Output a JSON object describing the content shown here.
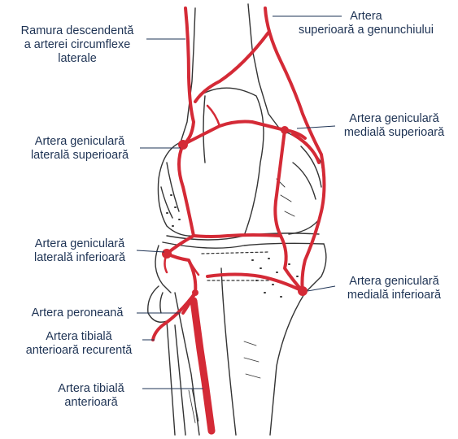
{
  "colors": {
    "artery": "#d42a36",
    "label_text": "#1e3354",
    "leader_line": "#1e3354",
    "bone_outline": "#333333"
  },
  "labels": {
    "ramura_descendenta": [
      "Ramura descendentă",
      "a arterei circumflexe",
      "laterale"
    ],
    "artera_superioara_genunchi": [
      "Artera",
      "superioară a genunchiului"
    ],
    "geniculara_laterala_superioara": [
      "Artera geniculară",
      "laterală superioară"
    ],
    "geniculara_mediala_superioara": [
      "Artera geniculară",
      "medială superioară"
    ],
    "geniculara_laterala_inferioara": [
      "Artera geniculară",
      "laterală inferioară"
    ],
    "geniculara_mediala_inferioara": [
      "Artera geniculară",
      "medială inferioară"
    ],
    "peroneana": [
      "Artera peroneană"
    ],
    "tibiala_recurenta": [
      "Artera tibială",
      "anterioară recurentă"
    ],
    "tibiala_anterioara": [
      "Artera tibială",
      "anterioară"
    ]
  }
}
